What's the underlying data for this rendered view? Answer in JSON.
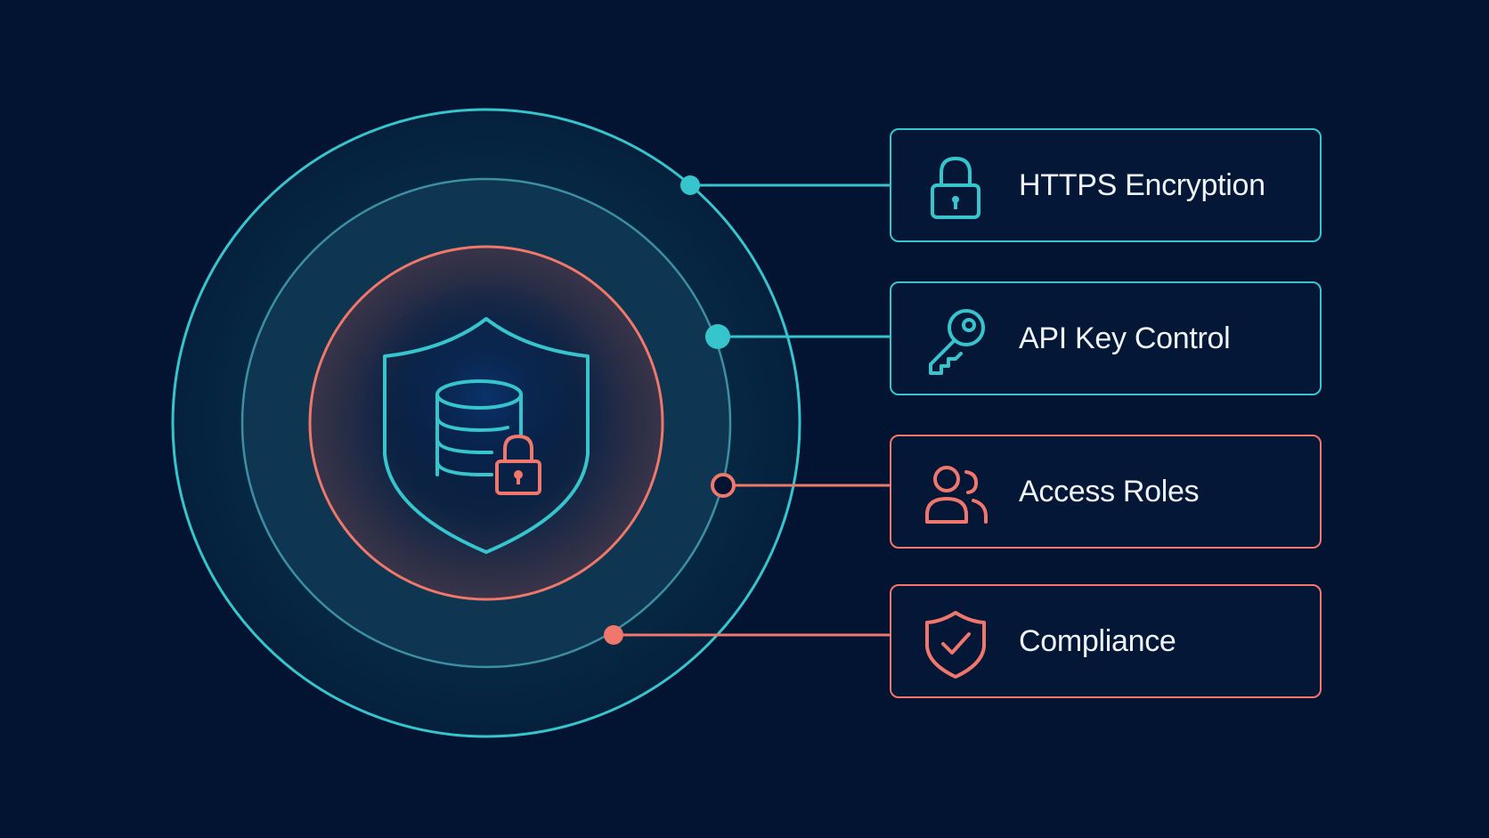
{
  "colors": {
    "background": "#031433",
    "teal": "#36c5cc",
    "coral": "#f0776b",
    "text": "#eef4fa"
  },
  "center": {
    "icon": "shield-database-lock-icon"
  },
  "features": [
    {
      "label": "HTTPS Encryption",
      "icon": "padlock-icon",
      "accent": "teal"
    },
    {
      "label": "API Key Control",
      "icon": "key-icon",
      "accent": "teal"
    },
    {
      "label": "Access Roles",
      "icon": "users-icon",
      "accent": "coral"
    },
    {
      "label": "Compliance",
      "icon": "shield-check-icon",
      "accent": "coral"
    }
  ]
}
